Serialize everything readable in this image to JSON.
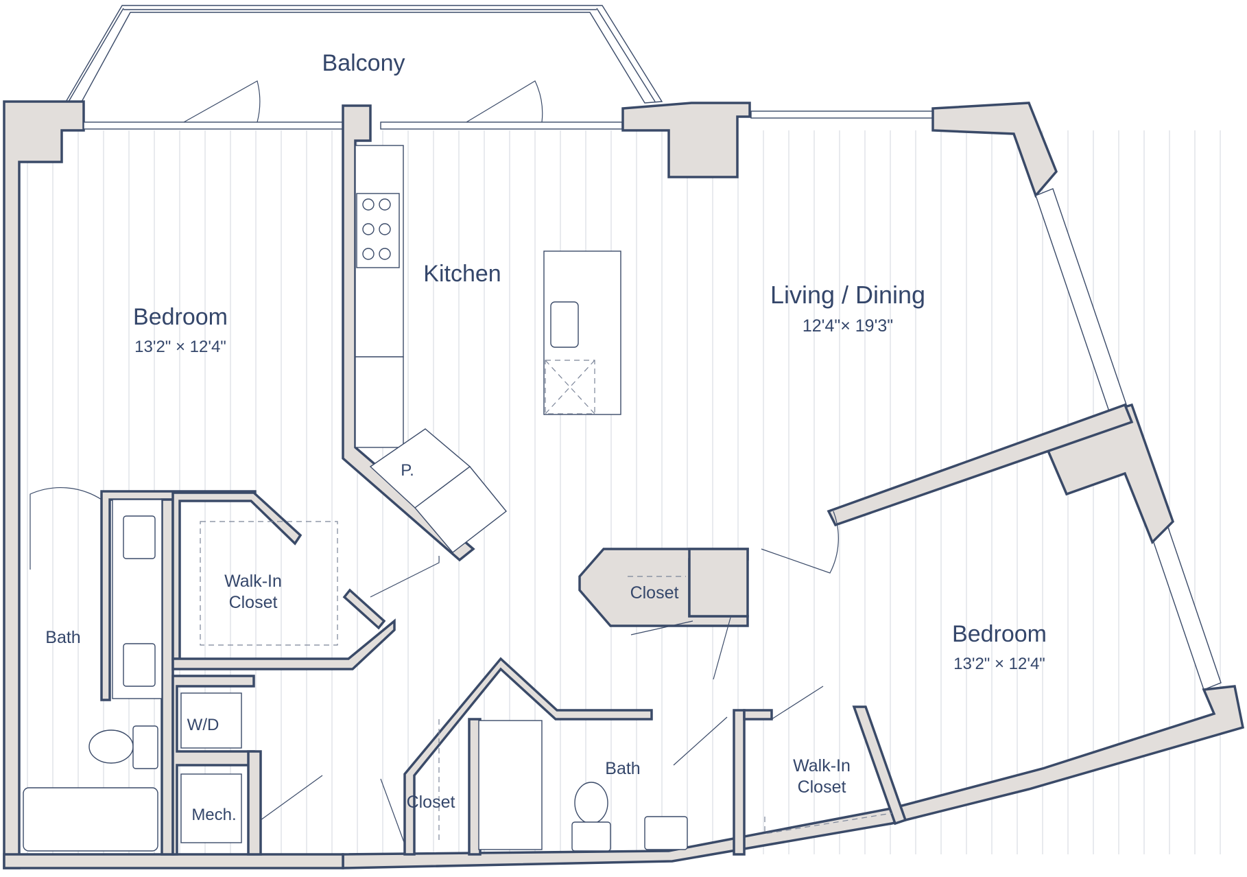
{
  "plan": {
    "rooms": {
      "balcony": {
        "name": "Balcony"
      },
      "kitchen": {
        "name": "Kitchen"
      },
      "living_dining": {
        "name": "Living / Dining",
        "dimensions": "12'4\"× 19'3\""
      },
      "bedroom_left": {
        "name": "Bedroom",
        "dimensions": "13'2\" × 12'4\""
      },
      "bedroom_right": {
        "name": "Bedroom",
        "dimensions": "13'2\" × 12'4\""
      },
      "walkin_closet_left": {
        "line1": "Walk-In",
        "line2": "Closet"
      },
      "walkin_closet_right": {
        "line1": "Walk-In",
        "line2": "Closet"
      },
      "bath_left": {
        "name": "Bath"
      },
      "bath_center": {
        "name": "Bath"
      },
      "closet_center": {
        "name": "Closet"
      },
      "closet_lower": {
        "name": "Closet"
      },
      "pantry": {
        "name": "P."
      },
      "washer_dryer": {
        "name": "W/D"
      },
      "mechanical": {
        "name": "Mech."
      }
    },
    "colors": {
      "wall_fill": "#e2dedb",
      "wall_stroke": "#3a4a68",
      "label": "#34466a",
      "floor_lines": "#d8dbe2"
    }
  }
}
